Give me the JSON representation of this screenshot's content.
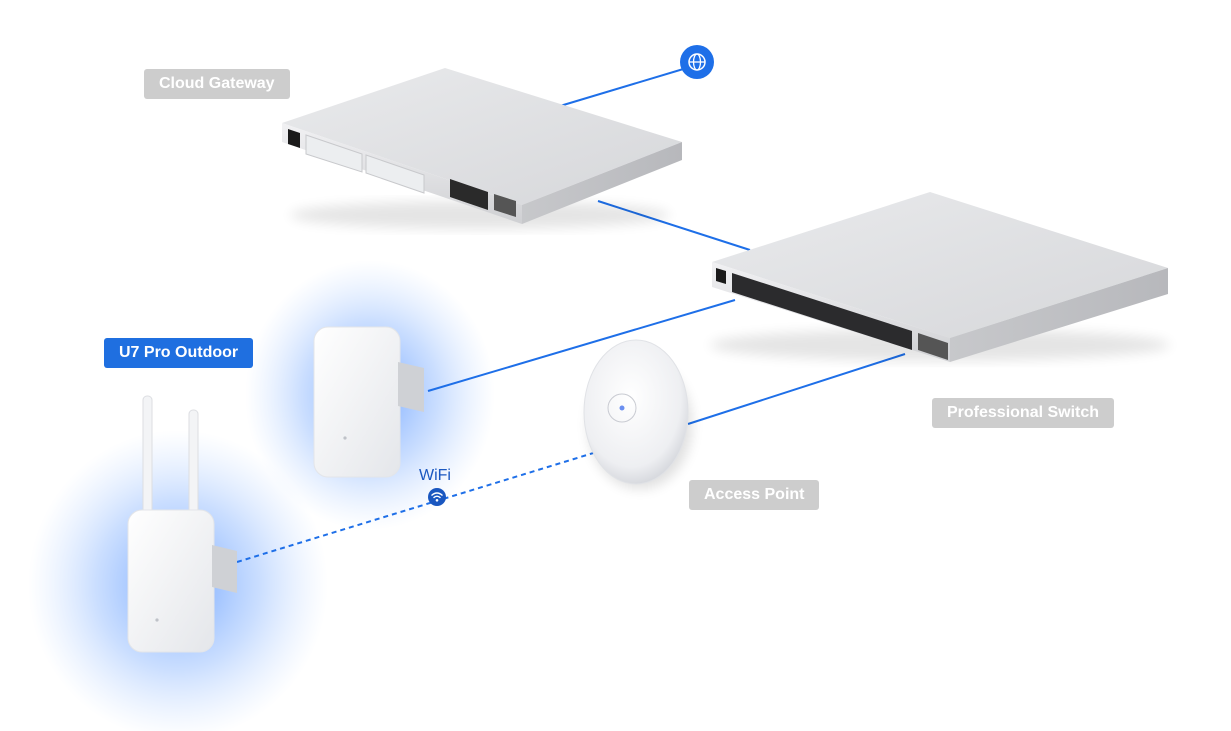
{
  "labels": {
    "cloud_gateway": "Cloud Gateway",
    "pro_outdoor": "U7 Pro Outdoor",
    "professional_switch": "Professional Switch",
    "access_point": "Access Point",
    "wifi": "WiFi"
  },
  "colors": {
    "link": "#1e6fe8",
    "label_inactive": "#cdcdcd",
    "label_active": "#1f6fe0",
    "glow": "#4a8cff",
    "device_body": "#dcdde0"
  },
  "icons": {
    "internet": "globe-icon",
    "wireless": "wifi-icon"
  }
}
